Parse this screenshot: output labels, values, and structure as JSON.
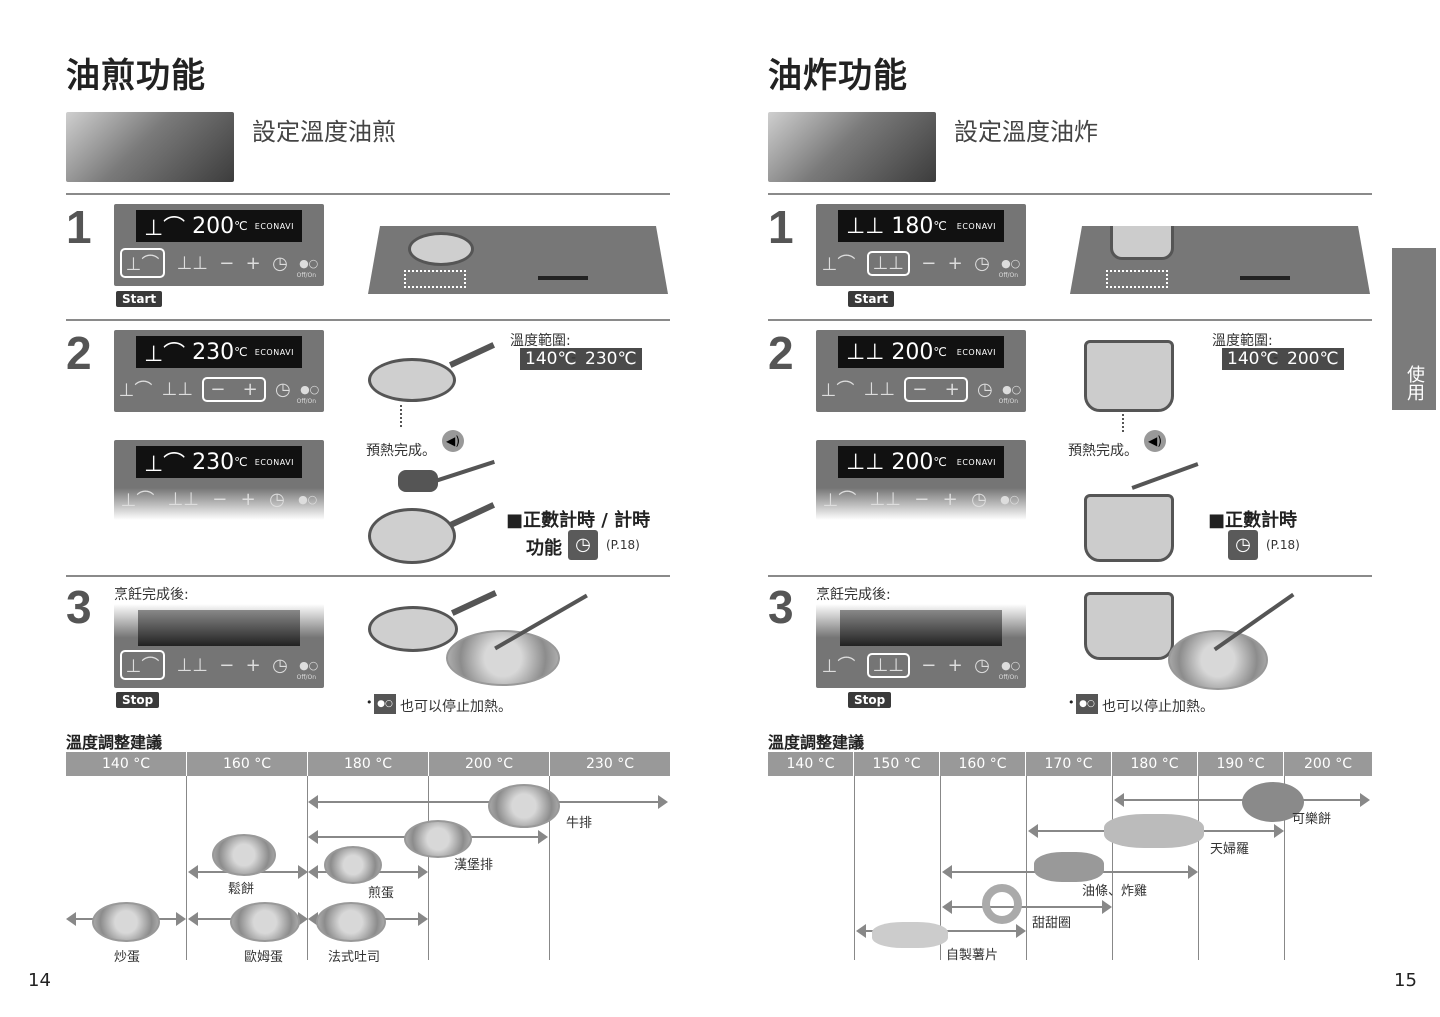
{
  "left": {
    "title": "油煎功能",
    "subtitle": "設定溫度油煎",
    "step1": {
      "num": "1",
      "display_temp": "200",
      "unit": "℃",
      "econavi": "ECONAVI",
      "off_on": "Off/On",
      "start": "Start"
    },
    "step2": {
      "num": "2",
      "display_temp": "230",
      "display_temp2": "230",
      "unit": "℃",
      "econavi": "ECONAVI",
      "off_on": "Off/On",
      "range_label": "溫度範圍:",
      "range_low": "140℃",
      "range_dash": "-",
      "range_high": "230℃",
      "preheat": "預熱完成。",
      "timer_title": "■正數計時 / 計時",
      "timer_line2": "功能",
      "timer_ref": "(P.18)"
    },
    "step3": {
      "num": "3",
      "caption": "烹飪完成後:",
      "off_on": "Off/On",
      "stop": "Stop",
      "note": "也可以停止加熱。"
    },
    "table": {
      "heading": "溫度調整建議",
      "headers": [
        "140 °C",
        "160 °C",
        "180 °C",
        "200 °C",
        "230 °C"
      ],
      "foods": [
        "牛排",
        "漢堡排",
        "鬆餅",
        "煎蛋",
        "炒蛋",
        "歐姆蛋",
        "法式吐司"
      ]
    },
    "page": "14"
  },
  "right": {
    "title": "油炸功能",
    "subtitle": "設定溫度油炸",
    "step1": {
      "num": "1",
      "display_temp": "180",
      "unit": "℃",
      "econavi": "ECONAVI",
      "off_on": "Off/On",
      "start": "Start"
    },
    "step2": {
      "num": "2",
      "display_temp": "200",
      "display_temp2": "200",
      "unit": "℃",
      "econavi": "ECONAVI",
      "off_on": "Off/On",
      "range_label": "溫度範圍:",
      "range_low": "140℃",
      "range_dash": "-",
      "range_high": "200℃",
      "preheat": "預熱完成。",
      "timer_title": "■正數計時",
      "timer_ref": "(P.18)"
    },
    "step3": {
      "num": "3",
      "caption": "烹飪完成後:",
      "off_on": "Off/On",
      "stop": "Stop",
      "note": "也可以停止加熱。"
    },
    "table": {
      "heading": "溫度調整建議",
      "headers": [
        "140 °C",
        "150 °C",
        "160 °C",
        "170 °C",
        "180 °C",
        "190 °C",
        "200 °C"
      ],
      "foods": [
        "可樂餅",
        "天婦羅",
        "油條、炸雞",
        "甜甜圈",
        "自製薯片"
      ]
    },
    "page": "15"
  },
  "side_tab": "使用",
  "icons": {
    "min": "−",
    "plus": "+",
    "timer": "◷",
    "dot": "●○"
  }
}
